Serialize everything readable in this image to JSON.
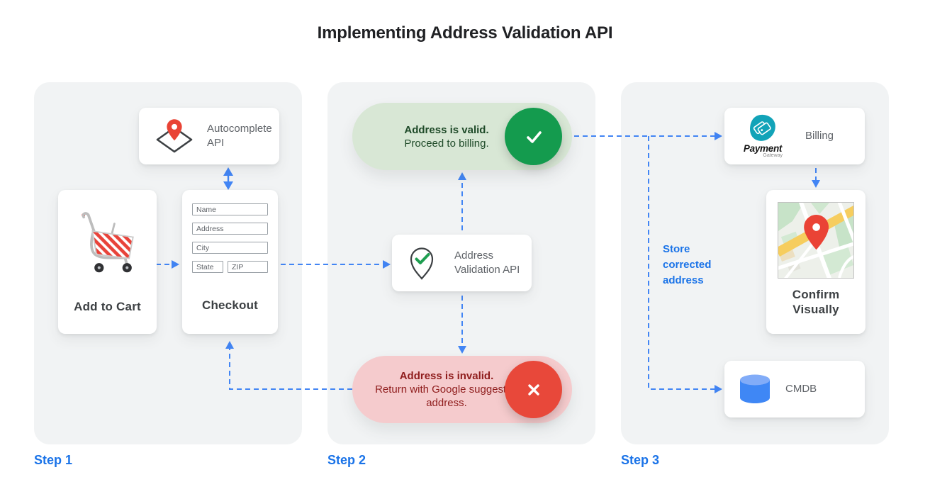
{
  "title": "Implementing Address Validation API",
  "steps": {
    "step1": {
      "label": "Step 1",
      "autocomplete_api": {
        "label": "Autocomplete API",
        "icon": "map-pin-on-diamond-icon"
      },
      "add_to_cart": {
        "label": "Add to Cart",
        "icon": "shopping-cart-icon"
      },
      "checkout": {
        "label": "Checkout",
        "fields": {
          "name": "Name",
          "address": "Address",
          "city": "City",
          "state": "State",
          "zip": "ZIP"
        }
      }
    },
    "step2": {
      "label": "Step 2",
      "valid_result": {
        "title": "Address is valid.",
        "subtitle": "Proceed to billing.",
        "icon": "check-circle-icon"
      },
      "validation_api": {
        "label": "Address Validation API",
        "icon": "pin-with-check-icon"
      },
      "invalid_result": {
        "title": "Address is invalid.",
        "subtitle": "Return with Google suggested address.",
        "icon": "x-circle-icon"
      }
    },
    "step3": {
      "label": "Step 3",
      "billing": {
        "label": "Billing",
        "logo_title": "Payment",
        "logo_subtitle": "Gateway",
        "icon": "payment-gateway-logo"
      },
      "confirm_visually": {
        "label": "Confirm Visually",
        "icon": "map-thumbnail"
      },
      "cmdb": {
        "label": "CMDB",
        "icon": "database-cylinder-icon"
      },
      "store_note": "Store corrected address"
    }
  },
  "colors": {
    "arrow_blue": "#4285f4",
    "step_label_blue": "#1a73e8",
    "valid_green": "#149b4e",
    "valid_bg": "#d8e7d5",
    "valid_text": "#1e4a28",
    "invalid_red": "#e8483a",
    "invalid_bg": "#f5cbcd",
    "invalid_text": "#8f1d1d",
    "panel_bg": "#f1f3f4",
    "card_text": "#5f6368",
    "heading_text": "#202124",
    "teal_logo": "#12a3b8",
    "cmdb_blue": "#3f87f5"
  }
}
